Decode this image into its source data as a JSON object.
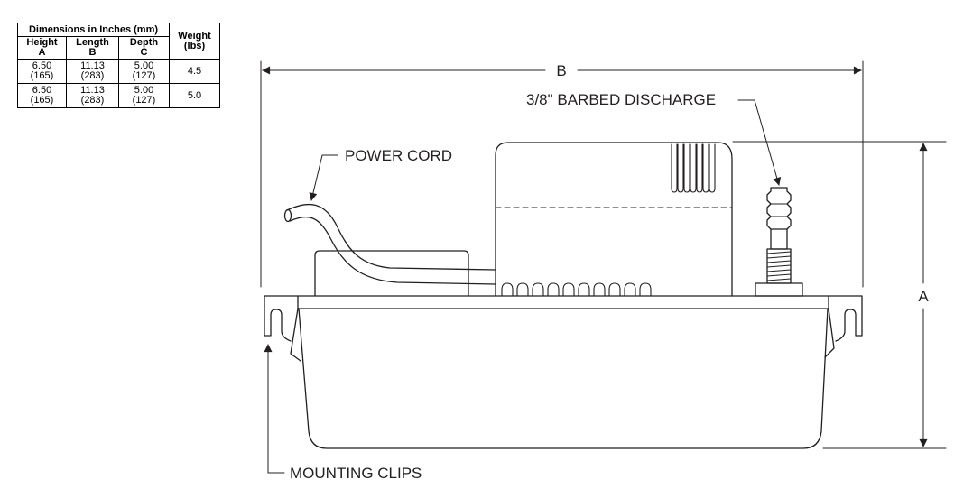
{
  "spec_table": {
    "group_header": "Dimensions in Inches (mm)",
    "weight_header": [
      "Weight",
      "(lbs)"
    ],
    "columns": [
      {
        "name": "Height",
        "letter": "A"
      },
      {
        "name": "Length",
        "letter": "B"
      },
      {
        "name": "Depth",
        "letter": "C"
      }
    ],
    "rows": [
      {
        "height": [
          "6.50",
          "(165)"
        ],
        "length": [
          "11.13",
          "(283)"
        ],
        "depth": [
          "5.00",
          "(127)"
        ],
        "weight": "4.5"
      },
      {
        "height": [
          "6.50",
          "(165)"
        ],
        "length": [
          "11.13",
          "(283)"
        ],
        "depth": [
          "5.00",
          "(127)"
        ],
        "weight": "5.0"
      }
    ]
  },
  "drawing": {
    "dimension_b_label": "B",
    "dimension_a_label": "A",
    "callouts": {
      "discharge": "3/8\" BARBED DISCHARGE",
      "power_cord": "POWER CORD",
      "mounting_clips": "MOUNTING CLIPS"
    },
    "line_color": "#231f20",
    "background_color": "#ffffff"
  }
}
